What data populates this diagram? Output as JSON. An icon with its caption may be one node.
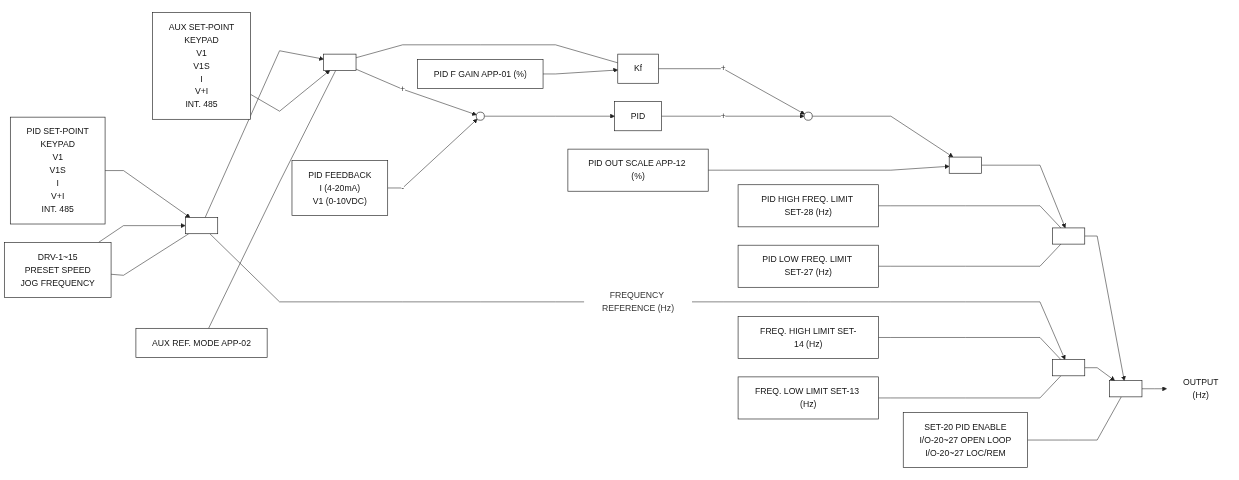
{
  "diagram": {
    "nodes": [
      {
        "text": [
          "PID SET-POINT",
          "KEYPAD",
          "V1",
          "V1S",
          "I",
          "V+I",
          "INT. 485"
        ]
      },
      {
        "text": [
          "AUX SET-POINT",
          "KEYPAD",
          "V1",
          "V1S",
          "I",
          "V+I",
          "INT. 485"
        ]
      },
      {
        "text": [
          "PID F GAIN APP-01 (%)"
        ]
      },
      {
        "text": [
          "SET-20 PID ENABLE",
          "I/O-20~27 OPEN LOOP",
          "I/O-20~27 LOC/REM"
        ]
      },
      {
        "text": [
          "PID OUT SCALE APP-12 (%)"
        ]
      },
      {
        "text": [
          "PID HIGH FREQ. LIMIT SET-28 (Hz)"
        ]
      },
      {
        "text": [
          "Kf"
        ]
      },
      {
        "text": [],
        "shape": "box"
      },
      {
        "text": [],
        "shape": "box"
      },
      {
        "text": [],
        "shape": "circle"
      },
      {
        "text": [
          "PID"
        ]
      },
      {
        "text": [],
        "shape": "circle"
      },
      {
        "text": [],
        "shape": "box"
      },
      {
        "text": [],
        "shape": "box"
      },
      {
        "text": [],
        "shape": "box"
      },
      {
        "text": [
          "OUTPUT",
          "(Hz)"
        ]
      },
      {
        "text": [
          "AUX REF. MODE APP-02"
        ]
      },
      {
        "text": [
          "PID FEEDBACK",
          "I (4-20mA)",
          "V1 (0-10VDC)"
        ]
      },
      {
        "text": [
          "PID LOW FREQ. LIMIT SET-27 (Hz)"
        ]
      },
      {
        "text": [
          "DRV-1~15",
          "PRESET SPEED",
          "JOG FREQUENCY"
        ]
      },
      {
        "text": [],
        "shape": "box"
      },
      {
        "text": [
          "FREQ. HIGH LIMIT SET-14 (Hz)"
        ]
      },
      {
        "text": [
          "FREQ. LOW LIMIT SET-13 (Hz)"
        ]
      }
    ],
    "edges": [
      {
        "from": 0,
        "to": 7,
        "arrow": "to"
      },
      {
        "from": 19,
        "to": 7,
        "arrow": "to"
      },
      {
        "from": 19,
        "to": 7,
        "arrow": "none"
      },
      {
        "from": 7,
        "to": 8,
        "arrow": "to"
      },
      {
        "from": 1,
        "to": 8,
        "arrow": "to"
      },
      {
        "from": 16,
        "to": 8,
        "arrow": "none"
      },
      {
        "from": 7,
        "to": 20,
        "arrow": "to",
        "label": "FREQUENCY REFERENCE (Hz)"
      },
      {
        "from": 8,
        "to": 9,
        "arrow": "to",
        "label": "+"
      },
      {
        "from": 8,
        "to": 6,
        "arrow": "none"
      },
      {
        "from": 2,
        "to": 6,
        "arrow": "to"
      },
      {
        "from": 6,
        "to": 11,
        "arrow": "to",
        "label": "+"
      },
      {
        "from": 17,
        "to": 9,
        "arrow": "to",
        "label": "-"
      },
      {
        "from": 9,
        "to": 10,
        "arrow": "to"
      },
      {
        "from": 10,
        "to": 11,
        "arrow": "to",
        "label": "+"
      },
      {
        "from": 11,
        "to": 12,
        "arrow": "to"
      },
      {
        "from": 4,
        "to": 12,
        "arrow": "to"
      },
      {
        "from": 12,
        "to": 13,
        "arrow": "to"
      },
      {
        "from": 5,
        "to": 13,
        "arrow": "none"
      },
      {
        "from": 18,
        "to": 13,
        "arrow": "none"
      },
      {
        "from": 13,
        "to": 14,
        "arrow": "to"
      },
      {
        "from": 20,
        "to": 14,
        "arrow": "to"
      },
      {
        "from": 3,
        "to": 14,
        "arrow": "none"
      },
      {
        "from": 14,
        "to": 15,
        "arrow": "to"
      },
      {
        "from": 21,
        "to": 20,
        "arrow": "none"
      },
      {
        "from": 22,
        "to": 20,
        "arrow": "none"
      }
    ]
  }
}
